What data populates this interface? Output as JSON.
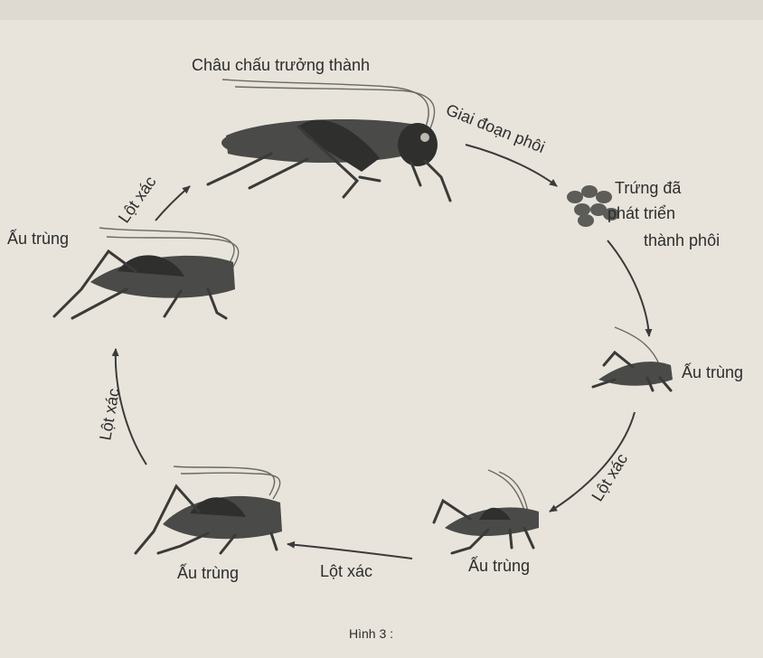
{
  "figure": {
    "caption": "Hình 3 :",
    "stages": {
      "adult": "Châu chấu trưởng thành",
      "embryo_stage": "Giai đoạn phôi",
      "eggs": [
        "Trứng đã",
        "phát triển",
        "thành phôi"
      ],
      "nymph_right": "Ấu trùng",
      "nymph_bottom_right": "Ấu trùng",
      "nymph_bottom_left": "Ấu trùng",
      "nymph_left": "Ấu trùng"
    },
    "transitions": {
      "molt_right": "Lột xác",
      "molt_bottom": "Lột xác",
      "molt_left": "Lột xác",
      "molt_top_left": "Lột xác"
    }
  }
}
